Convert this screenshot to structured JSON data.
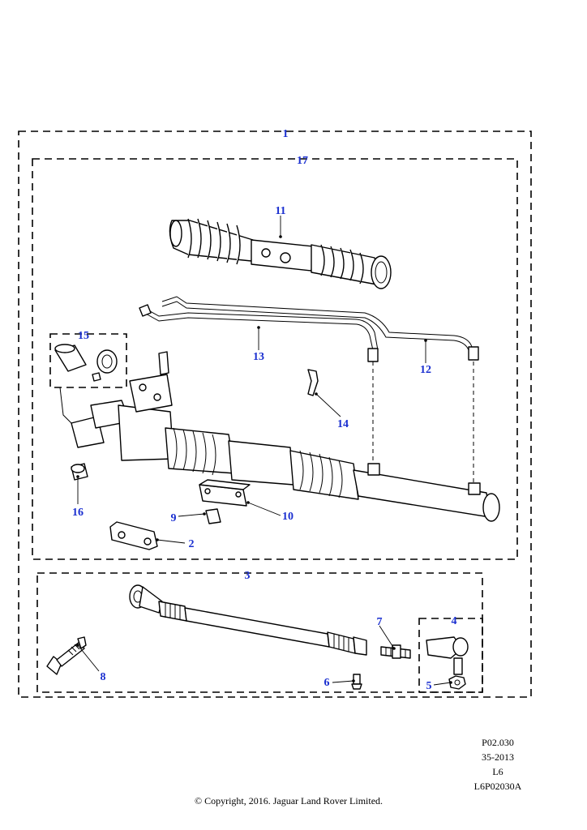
{
  "callouts": {
    "c1": "1",
    "c2": "2",
    "c3": "3",
    "c4": "4",
    "c5": "5",
    "c6": "6",
    "c7": "7",
    "c8": "8",
    "c9": "9",
    "c10": "10",
    "c11": "11",
    "c12": "12",
    "c13": "13",
    "c14": "14",
    "c15": "15",
    "c16": "16",
    "c17": "17"
  },
  "reference": {
    "line1": "P02.030",
    "line2": "35-2013",
    "line3": "L6",
    "line4": "L6P02030A"
  },
  "copyright": "© Copyright, 2016. Jaguar Land Rover Limited.",
  "colors": {
    "callout": "#1a2fd0",
    "line": "#000000"
  }
}
